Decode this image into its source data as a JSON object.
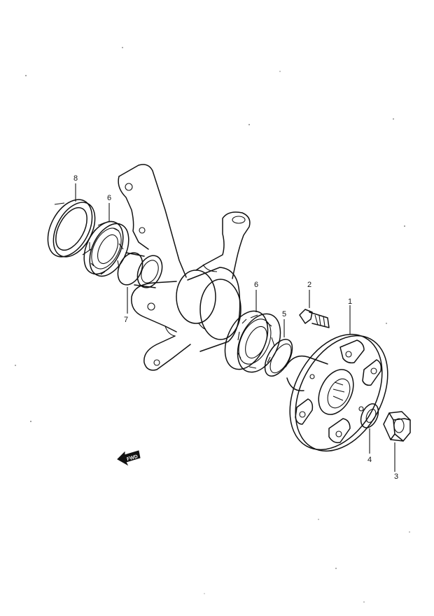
{
  "callouts": {
    "p1": "1",
    "p2": "2",
    "p3": "3",
    "p4": "4",
    "p5": "5",
    "p6a": "6",
    "p6b": "6",
    "p7": "7",
    "p8": "8"
  },
  "forward_mark": "FWD"
}
